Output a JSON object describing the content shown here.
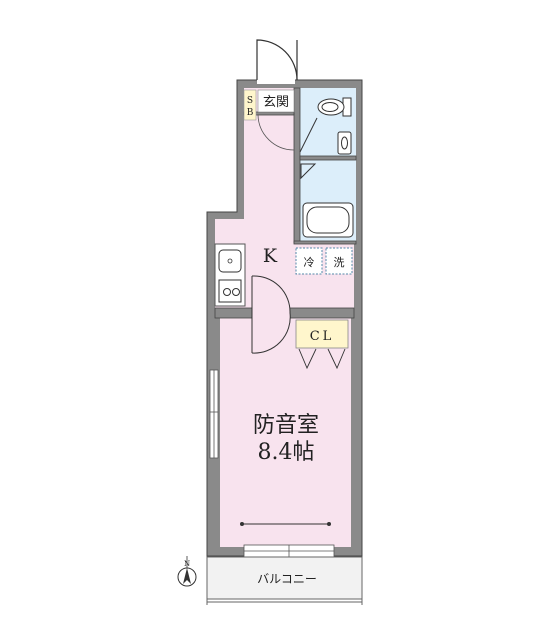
{
  "labels": {
    "sb_top": "S",
    "sb_bottom": "B",
    "entrance": "玄関",
    "kitchen": "K",
    "fridge": "冷",
    "washer": "洗",
    "closet": "CL",
    "room_name": "防音室",
    "room_size": "8.4帖",
    "balcony": "バルコニー",
    "north": "N"
  },
  "colors": {
    "wall": "#888888",
    "wall_stroke": "#555555",
    "floor_pink": "#f8e3ee",
    "floor_blue": "#dceefa",
    "closet_yellow": "#fff6cc",
    "sb_yellow": "#fff6cc",
    "balcony_gray": "#f0f0f0"
  }
}
